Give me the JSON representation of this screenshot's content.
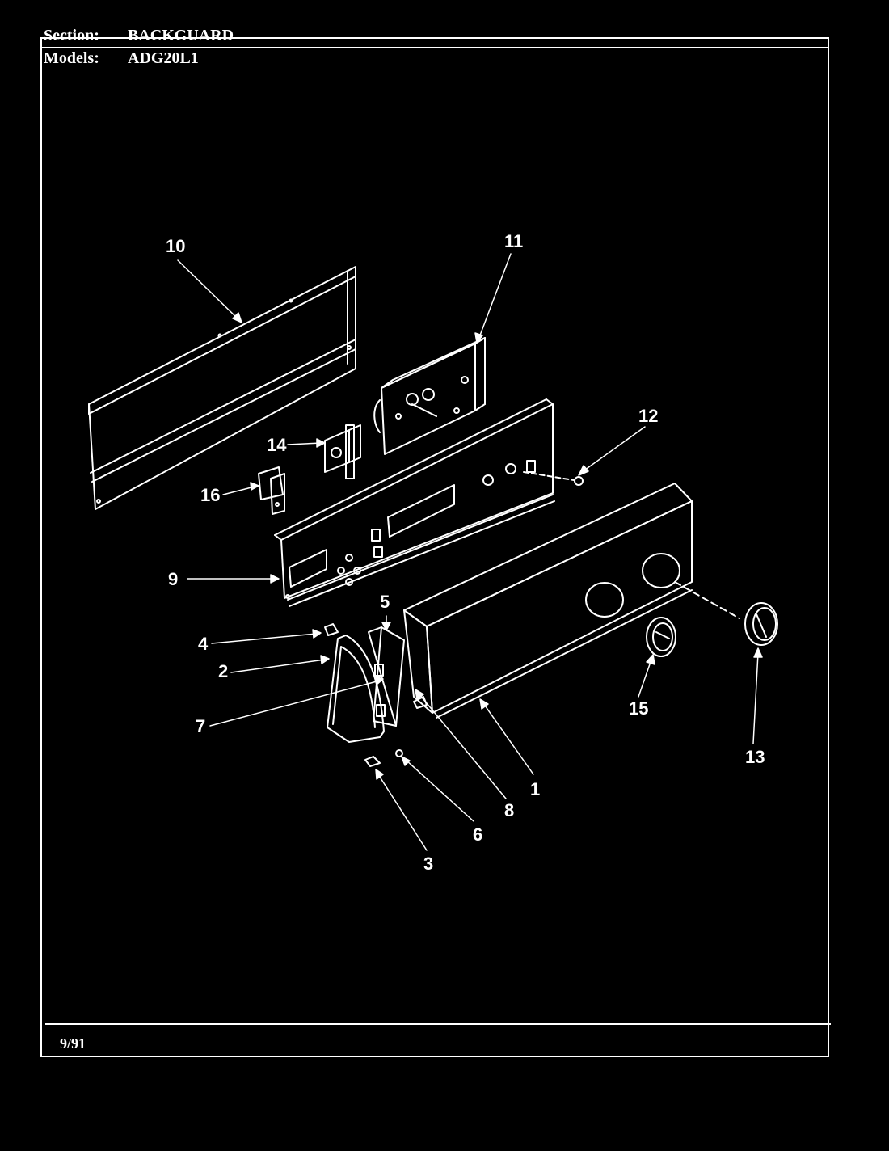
{
  "header": {
    "section_label": "Section:",
    "section_value": "BACKGUARD",
    "models_label": "Models:",
    "models_value": "ADG20L1"
  },
  "footer": {
    "date": "9/91"
  },
  "callouts": [
    "1",
    "2",
    "3",
    "4",
    "5",
    "6",
    "7",
    "8",
    "9",
    "10",
    "11",
    "12",
    "13",
    "14",
    "15",
    "16"
  ],
  "colors": {
    "background": "#000000",
    "line": "#ffffff"
  }
}
